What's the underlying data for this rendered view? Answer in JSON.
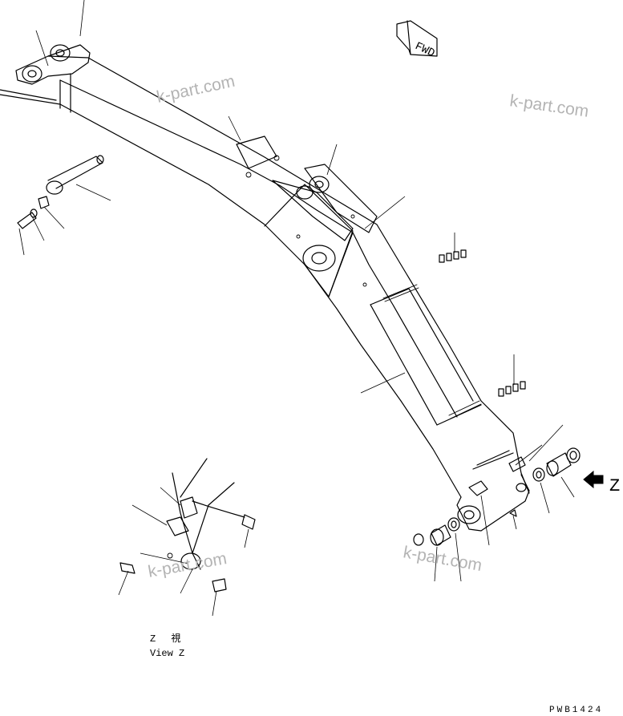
{
  "direction_badge": {
    "label": "FWD"
  },
  "view_marker": {
    "letter": "Z"
  },
  "detail_view": {
    "caption_line1": "Z　 視",
    "caption_line2": "View Z"
  },
  "drawing_id": "PWB1424",
  "watermarks": [
    "k-part.com",
    "k-part.com",
    "k-part.com",
    "k-part.com"
  ],
  "colors": {
    "ink": "#000000",
    "watermark": "#b4b4b4",
    "paper": "#ffffff"
  }
}
